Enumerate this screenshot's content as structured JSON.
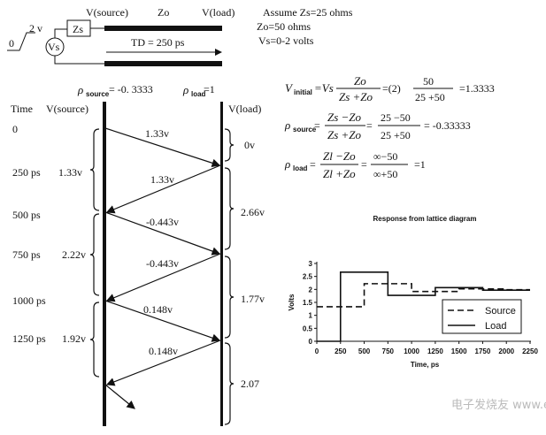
{
  "circuit": {
    "v_source_label": "V(source)",
    "zo_label": "Zo",
    "v_load_label": "V(load)",
    "step_low": "0",
    "step_high": "2 v",
    "zs_label": "Zs",
    "vs_label": "Vs",
    "td_label": "TD = 250 ps",
    "assumptions": [
      "Assume Zs=25 ohms",
      "Zo=50 ohms",
      "Vs=0-2 volts"
    ]
  },
  "lattice": {
    "rho_source_symbol": "ρ",
    "rho_source_sub": "source",
    "rho_source_value": "= -0. 3333",
    "rho_load_symbol": "ρ",
    "rho_load_sub": "load",
    "rho_load_value": "=1",
    "time_header": "Time",
    "source_header": "V(source)",
    "load_header": "V(load)",
    "times": [
      "0",
      "250 ps",
      "500 ps",
      "750 ps",
      "1000 ps",
      "1250 ps"
    ],
    "source_voltages": [
      "1.33v",
      "2.22v",
      "1.92v"
    ],
    "load_voltages": [
      "0v",
      "2.66v",
      "1.77v",
      "2.07"
    ],
    "wave_labels": [
      "1.33v",
      "1.33v",
      "-0.443v",
      "-0.443v",
      "0.148v",
      "0.148v"
    ]
  },
  "equations": {
    "v_initial": {
      "lhs": "V",
      "lhs_sub": "initial",
      "eq1": "=Vs",
      "num1": "Zo",
      "den1": "Zs +Zo",
      "eq2": "=(2)",
      "num2": "50",
      "den2": "25 +50",
      "result": "=1.3333"
    },
    "rho_source": {
      "lhs": "ρ",
      "lhs_sub": "source",
      "num1": "Zs −Zo",
      "den1": "Zs +Zo",
      "num2": "25 −50",
      "den2": "25 +50",
      "result": "= -0.33333"
    },
    "rho_load": {
      "lhs": "ρ",
      "lhs_sub": "load",
      "num1": "Zl −Zo",
      "den1": "Zl +Zo",
      "num2": "∞−50",
      "den2": "∞+50",
      "result": "=1"
    }
  },
  "chart_data": {
    "type": "line",
    "title": "Response from lattice diagram",
    "xlabel": "Time, ps",
    "ylabel": "Volts",
    "xlim": [
      0,
      2250
    ],
    "ylim": [
      0,
      3
    ],
    "xticks": [
      "0",
      "250",
      "500",
      "750",
      "1000",
      "1250",
      "1500",
      "1750",
      "2000",
      "2250"
    ],
    "yticks": [
      "0",
      "0.5",
      "1",
      "1.5",
      "2",
      "2.5",
      "3"
    ],
    "legend_position": "bottom-right",
    "series": [
      {
        "name": "Source",
        "style": "dashed",
        "x": [
          0,
          500,
          500,
          1000,
          1000,
          1500,
          1500,
          2000,
          2000,
          2250
        ],
        "y": [
          1.333,
          1.333,
          2.22,
          2.22,
          1.92,
          1.92,
          2.02,
          2.02,
          1.99,
          1.99
        ]
      },
      {
        "name": "Load",
        "style": "solid",
        "x": [
          0,
          250,
          250,
          750,
          750,
          1250,
          1250,
          1750,
          1750,
          2250
        ],
        "y": [
          0,
          0,
          2.667,
          2.667,
          1.77,
          1.77,
          2.07,
          2.07,
          1.97,
          1.97
        ]
      }
    ]
  },
  "watermark": "电子发烧友 www.elecfans.com"
}
